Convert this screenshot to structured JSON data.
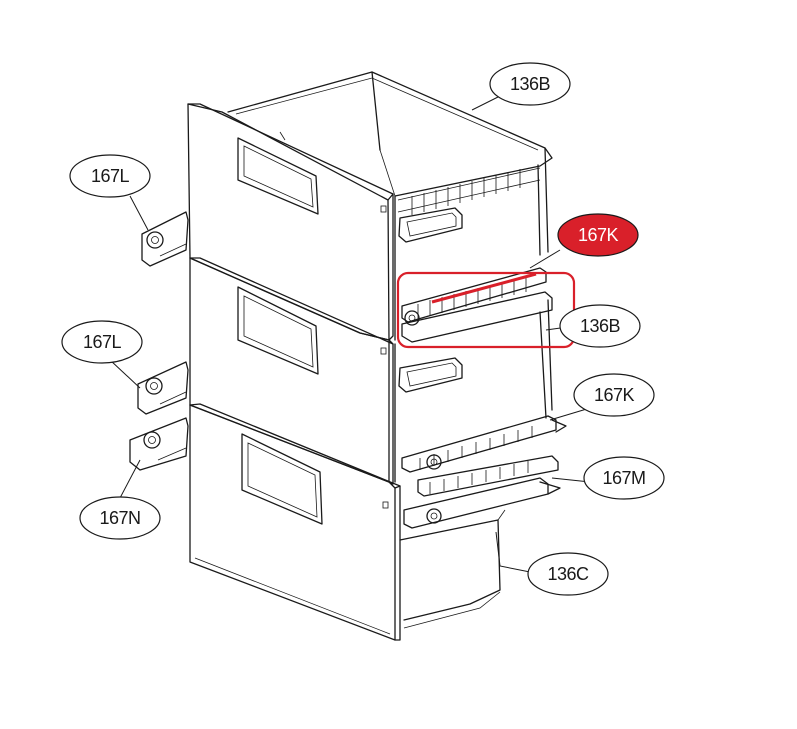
{
  "colors": {
    "line": "#1a1a1a",
    "highlight": "#d9202a",
    "highlight_text": "#ffffff",
    "background": "#ffffff"
  },
  "callouts": [
    {
      "id": "c1",
      "label": "136B",
      "highlighted": false
    },
    {
      "id": "c2",
      "label": "167L",
      "highlighted": false
    },
    {
      "id": "c3",
      "label": "167K",
      "highlighted": true
    },
    {
      "id": "c4",
      "label": "136B",
      "highlighted": false
    },
    {
      "id": "c5",
      "label": "167L",
      "highlighted": false
    },
    {
      "id": "c6",
      "label": "167K",
      "highlighted": false
    },
    {
      "id": "c7",
      "label": "167M",
      "highlighted": false
    },
    {
      "id": "c8",
      "label": "167N",
      "highlighted": false
    },
    {
      "id": "c9",
      "label": "136C",
      "highlighted": false
    }
  ]
}
